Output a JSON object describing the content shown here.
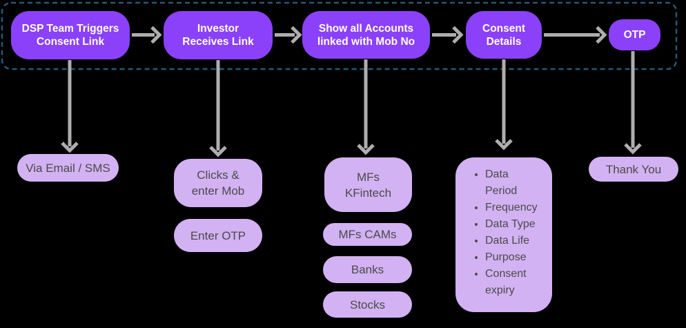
{
  "colors": {
    "bg": "#000000",
    "step_fill": "#8B41FA",
    "step_text": "#FFFFFF",
    "sub_fill": "#D2B2F2",
    "sub_text": "#4A4A4A",
    "arrow": "#AEAEAE",
    "dashed_border": "#235A78"
  },
  "flow": {
    "steps": [
      {
        "label": "DSP Team Triggers\nConsent Link"
      },
      {
        "label": "Investor\nReceives Link"
      },
      {
        "label": "Show all Accounts\nlinked with Mob No"
      },
      {
        "label": "Consent\nDetails"
      },
      {
        "label": "OTP"
      }
    ]
  },
  "sub": {
    "via_email": "Via Email / SMS",
    "clicks_enter_mob": "Clicks &\nenter Mob",
    "enter_otp": "Enter OTP",
    "accounts": [
      "MFs\nKFintech",
      "MFs CAMs",
      "Banks",
      "Stocks"
    ],
    "thank_you": "Thank You"
  },
  "details": {
    "items": [
      "Data\nPeriod",
      "Frequency",
      "Data Type",
      "Data Life",
      "Purpose",
      "Consent\nexpiry"
    ]
  }
}
